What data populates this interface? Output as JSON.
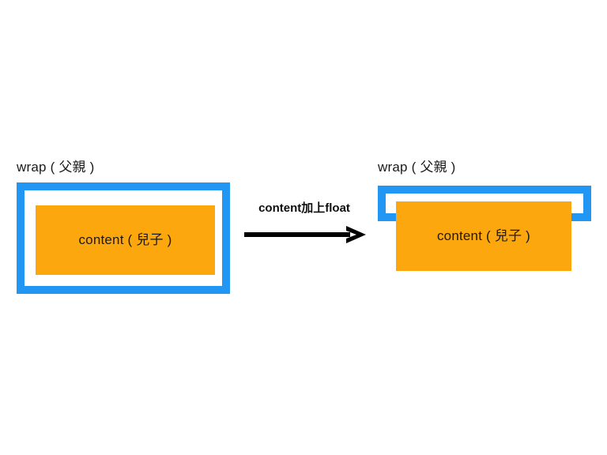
{
  "diagram": {
    "title_alt": "CSS float 造成父層高度塌陷示意圖",
    "background_color": "#ffffff",
    "colors": {
      "wrap_border": "#2196f3",
      "content_fill": "#fba70d",
      "text": "#1a1a1a",
      "arrow": "#000000"
    },
    "left_figure": {
      "name": "normal-flow",
      "wrap_label": "wrap ( 父親 )",
      "content_label": "content ( 兒子 )"
    },
    "transition": {
      "label": "content加上float",
      "arrow_icon": "arrow-right-icon",
      "direction": "left-to-right"
    },
    "right_figure": {
      "name": "floated-collapsed",
      "wrap_label": "wrap ( 父親 )",
      "content_label": "content ( 兒子 )"
    }
  }
}
